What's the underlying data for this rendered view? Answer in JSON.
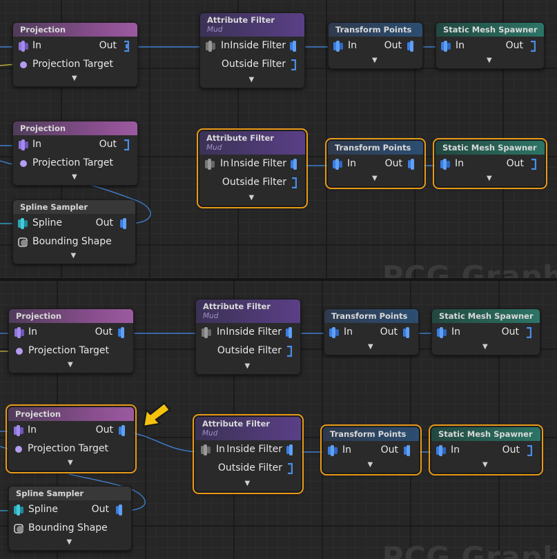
{
  "labels": {
    "projection": "Projection",
    "attribute_filter": "Attribute Filter",
    "mud": "Mud",
    "transform_points": "Transform Points",
    "static_mesh_spawner": "Static Mesh Spawner",
    "spline_sampler": "Spline Sampler",
    "in": "In",
    "out": "Out",
    "projection_target": "Projection Target",
    "inside_filter": "Inside Filter",
    "outside_filter": "Outside Filter",
    "spline": "Spline",
    "bounding_shape": "Bounding Shape",
    "watermark": "PCG Graph"
  },
  "colors": {
    "selection": "#e89a18",
    "wire": "#3f7fd0",
    "pin_blue": "#4a8ee8",
    "pin_teal": "#35b6c8",
    "target_dot": "#b49cf0",
    "arrow": "#f4c20d"
  },
  "icons": {
    "multi_pin": "stacked-pin-icon",
    "grey_pin": "stacked-pin-grey-icon",
    "out_pin": "bracket-pin-icon",
    "expand": "chevron-down-icon",
    "bounding": "bounding-shape-icon",
    "pointer": "arrow-pointer-icon"
  }
}
